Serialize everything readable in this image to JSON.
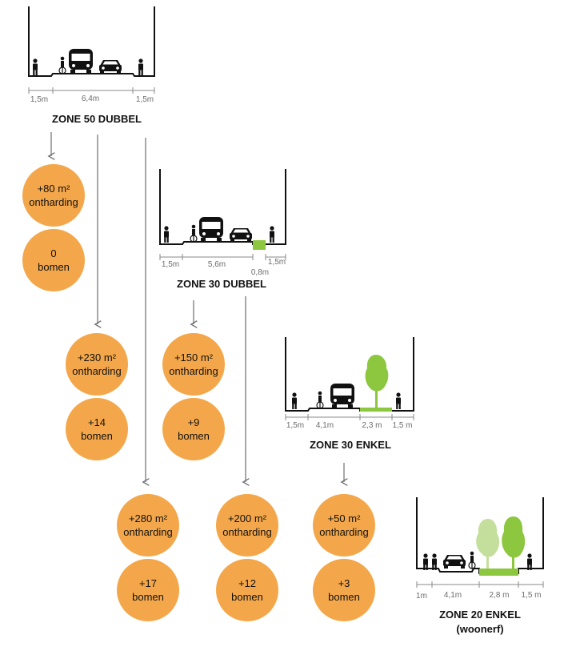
{
  "colors": {
    "orange": "#f4a74a",
    "green": "#8dc63f",
    "light_green": "#c3df9b",
    "arrow": "#6d6e71",
    "dimension": "#8a8a8a",
    "street": "#111111"
  },
  "zones": [
    {
      "id": "zone50",
      "title": "ZONE 50 DUBBEL",
      "subtitle": "",
      "dims": [
        "1,5m",
        "6,4m",
        "1,5m"
      ]
    },
    {
      "id": "zone30d",
      "title": "ZONE 30 DUBBEL",
      "subtitle": "",
      "dims": [
        "1,5m",
        "5,6m",
        "0,8m",
        "1,5m"
      ]
    },
    {
      "id": "zone30e",
      "title": "ZONE 30 ENKEL",
      "subtitle": "",
      "dims": [
        "1,5m",
        "4,1m",
        "2,3 m",
        "1,5 m"
      ]
    },
    {
      "id": "zone20",
      "title": "ZONE 20 ENKEL",
      "subtitle": "(woonerf)",
      "dims": [
        "1m",
        "4,1m",
        "2,8 m",
        "1,5 m"
      ]
    }
  ],
  "results": [
    {
      "id": "r1",
      "area_line1": "+80 m²",
      "area_line2": "ontharding",
      "trees_line1": "0",
      "trees_line2": "bomen"
    },
    {
      "id": "r2",
      "area_line1": "+230 m²",
      "area_line2": "ontharding",
      "trees_line1": "+14",
      "trees_line2": "bomen"
    },
    {
      "id": "r3",
      "area_line1": "+150 m²",
      "area_line2": "ontharding",
      "trees_line1": "+9",
      "trees_line2": "bomen"
    },
    {
      "id": "r4",
      "area_line1": "+280 m²",
      "area_line2": "ontharding",
      "trees_line1": "+17",
      "trees_line2": "bomen"
    },
    {
      "id": "r5",
      "area_line1": "+200 m²",
      "area_line2": "ontharding",
      "trees_line1": "+12",
      "trees_line2": "bomen"
    },
    {
      "id": "r6",
      "area_line1": "+50 m²",
      "area_line2": "ontharding",
      "trees_line1": "+3",
      "trees_line2": "bomen"
    }
  ]
}
